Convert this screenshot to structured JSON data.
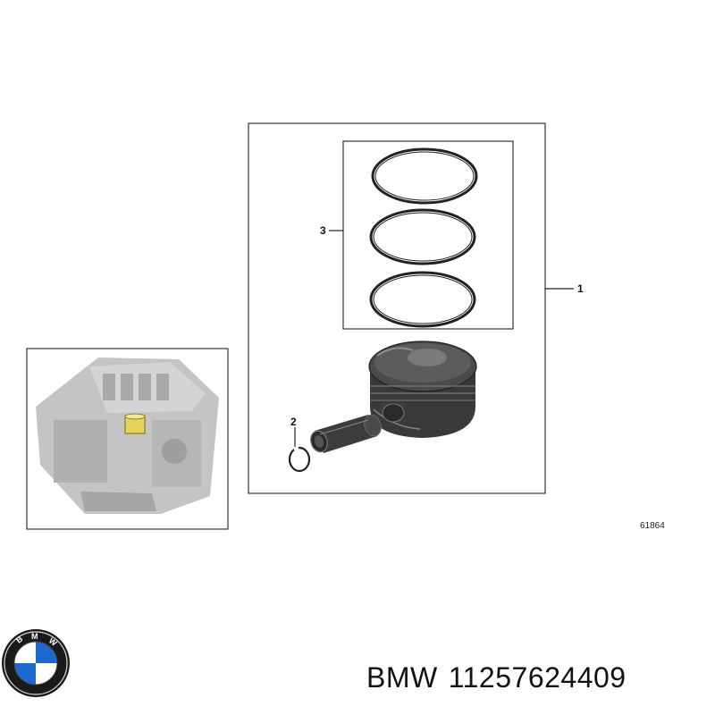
{
  "diagram": {
    "callouts": {
      "piston_assembly": "1",
      "circlip": "2",
      "piston_rings": "3"
    },
    "reference_number": "61864"
  },
  "caption": {
    "brand": "BMW",
    "part_number": "11257624409"
  },
  "colors": {
    "line": "#222222",
    "engine_gray": "#b8b8b8",
    "piston_dark": "#3a3a3a",
    "highlight": "#e8d35a",
    "bmw_blue": "#1c69d4"
  },
  "icons": {
    "logo": "bmw-roundel-icon"
  }
}
